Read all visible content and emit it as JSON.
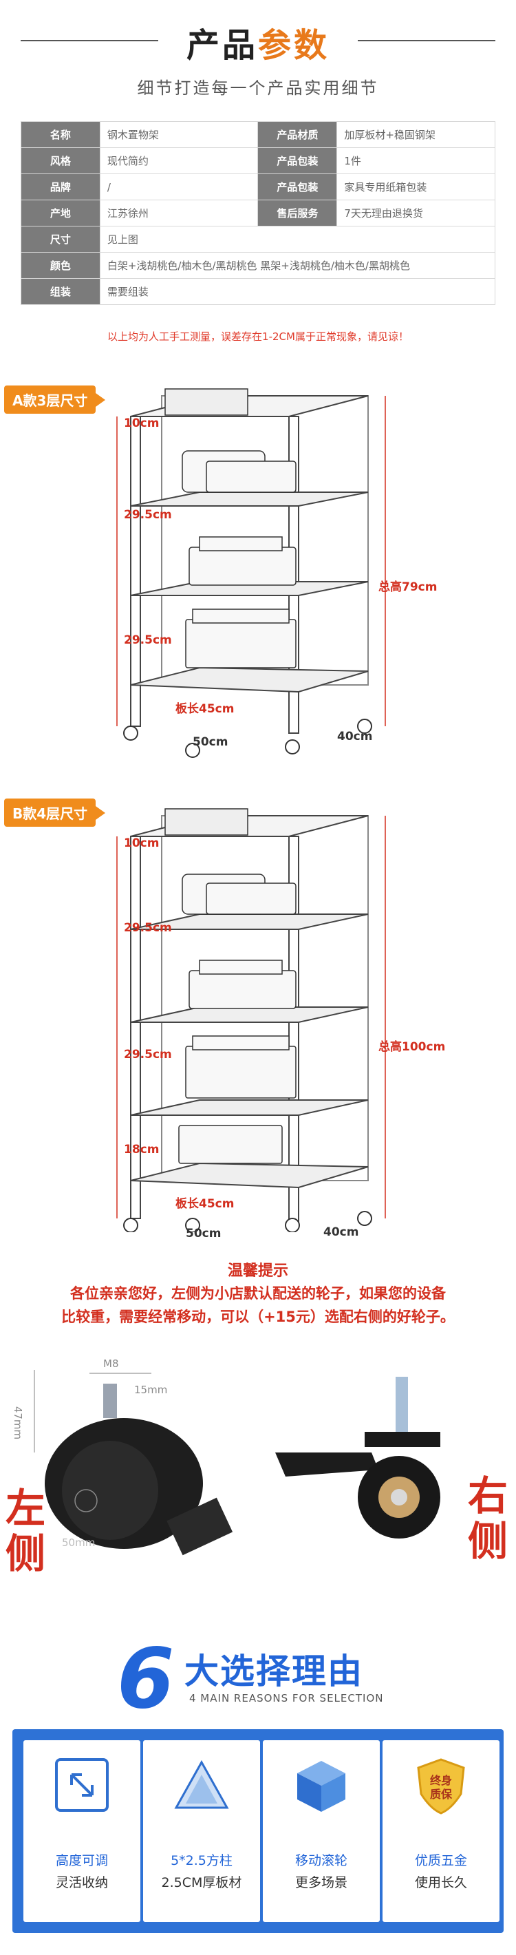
{
  "header": {
    "title_a": "产品",
    "title_b": "参数",
    "subtitle": "细节打造每一个产品实用细节"
  },
  "spec": {
    "rows": [
      {
        "k1": "名称",
        "v1": "钢木置物架",
        "k2": "产品材质",
        "v2": "加厚板材+稳固钢架"
      },
      {
        "k1": "风格",
        "v1": "现代简约",
        "k2": "产品包装",
        "v2": "1件"
      },
      {
        "k1": "品牌",
        "v1": "/",
        "k2": "产品包装",
        "v2": "家具专用纸箱包装"
      },
      {
        "k1": "产地",
        "v1": "江苏徐州",
        "k2": "售后服务",
        "v2": "7天无理由退换货"
      }
    ],
    "size_label": "尺寸",
    "size_value": "见上图",
    "color_label": "颜色",
    "color_value": "白架+浅胡桃色/柚木色/黑胡桃色  黑架+浅胡桃色/柚木色/黑胡桃色",
    "assembly_label": "组装",
    "assembly_value": "需要组装",
    "note": "以上均为人工手工测量，误差存在1-2CM属于正常现象，请见谅！"
  },
  "model_a": {
    "tag": "A款3层尺寸",
    "d_top": "10cm",
    "d_mid1": "29.5cm",
    "d_mid2": "29.5cm",
    "d_height": "总高79cm",
    "d_board": "板长45cm",
    "d_width": "50cm",
    "d_depth": "40cm"
  },
  "model_b": {
    "tag": "B款4层尺寸",
    "d_top": "10cm",
    "d_mid1": "29.5cm",
    "d_mid2": "29.5cm",
    "d_bottom": "18cm",
    "d_height": "总高100cm",
    "d_board": "板长45cm",
    "d_width": "50cm",
    "d_depth": "40cm"
  },
  "tips": {
    "title": "温馨提示",
    "line1": "各位亲亲您好，左侧为小店默认配送的轮子，如果您的设备",
    "line2": "比较重，需要经常移动，可以（+15元）选配右侧的好轮子。"
  },
  "wheels": {
    "left_label": "左侧",
    "right_label": "右侧",
    "m_bolt": "M8",
    "m_stem": "15mm",
    "m_height": "47mm",
    "m_diameter": "50mm"
  },
  "reasons": {
    "num": "6",
    "title": "大选择理由",
    "subtitle": "4 MAIN REASONS FOR SELECTION",
    "cards": [
      {
        "l1": "高度可调",
        "l2": "灵活收纳",
        "icon": "adjust-icon"
      },
      {
        "l1": "5*2.5方柱",
        "l2": "2.5CM厚板材",
        "icon": "pyramid-icon"
      },
      {
        "l1": "移动滚轮",
        "l2": "更多场景",
        "icon": "cube-icon"
      },
      {
        "l1": "优质五金",
        "l2": "使用长久",
        "icon": "shield-icon",
        "badge1": "终身",
        "badge2": "质保"
      }
    ]
  },
  "colors": {
    "accent": "#e8791b",
    "red": "#d32f1f",
    "blue": "#2265d8"
  }
}
